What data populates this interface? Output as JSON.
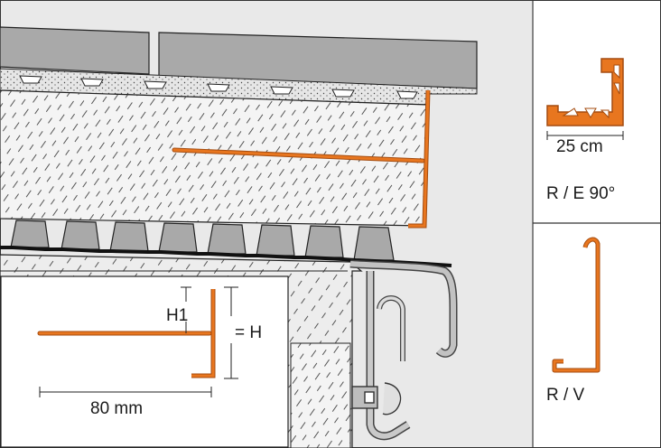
{
  "colors": {
    "profile_orange": "#e8761f",
    "profile_orange_dark": "#a44c10",
    "tile_gray": "#a9a9a9",
    "mortar_gray": "#d9d9d9",
    "concrete_white": "#f4f4f4",
    "background": "#ffffff",
    "line": "#1a1a1a"
  },
  "detail": {
    "label_h1": "H1",
    "label_h": "= H",
    "label_width": "80 mm"
  },
  "side_panel": {
    "corner_profile": {
      "dimension": "25 cm",
      "label": "R / E 90°"
    },
    "straight_profile": {
      "label": "R / V"
    }
  }
}
